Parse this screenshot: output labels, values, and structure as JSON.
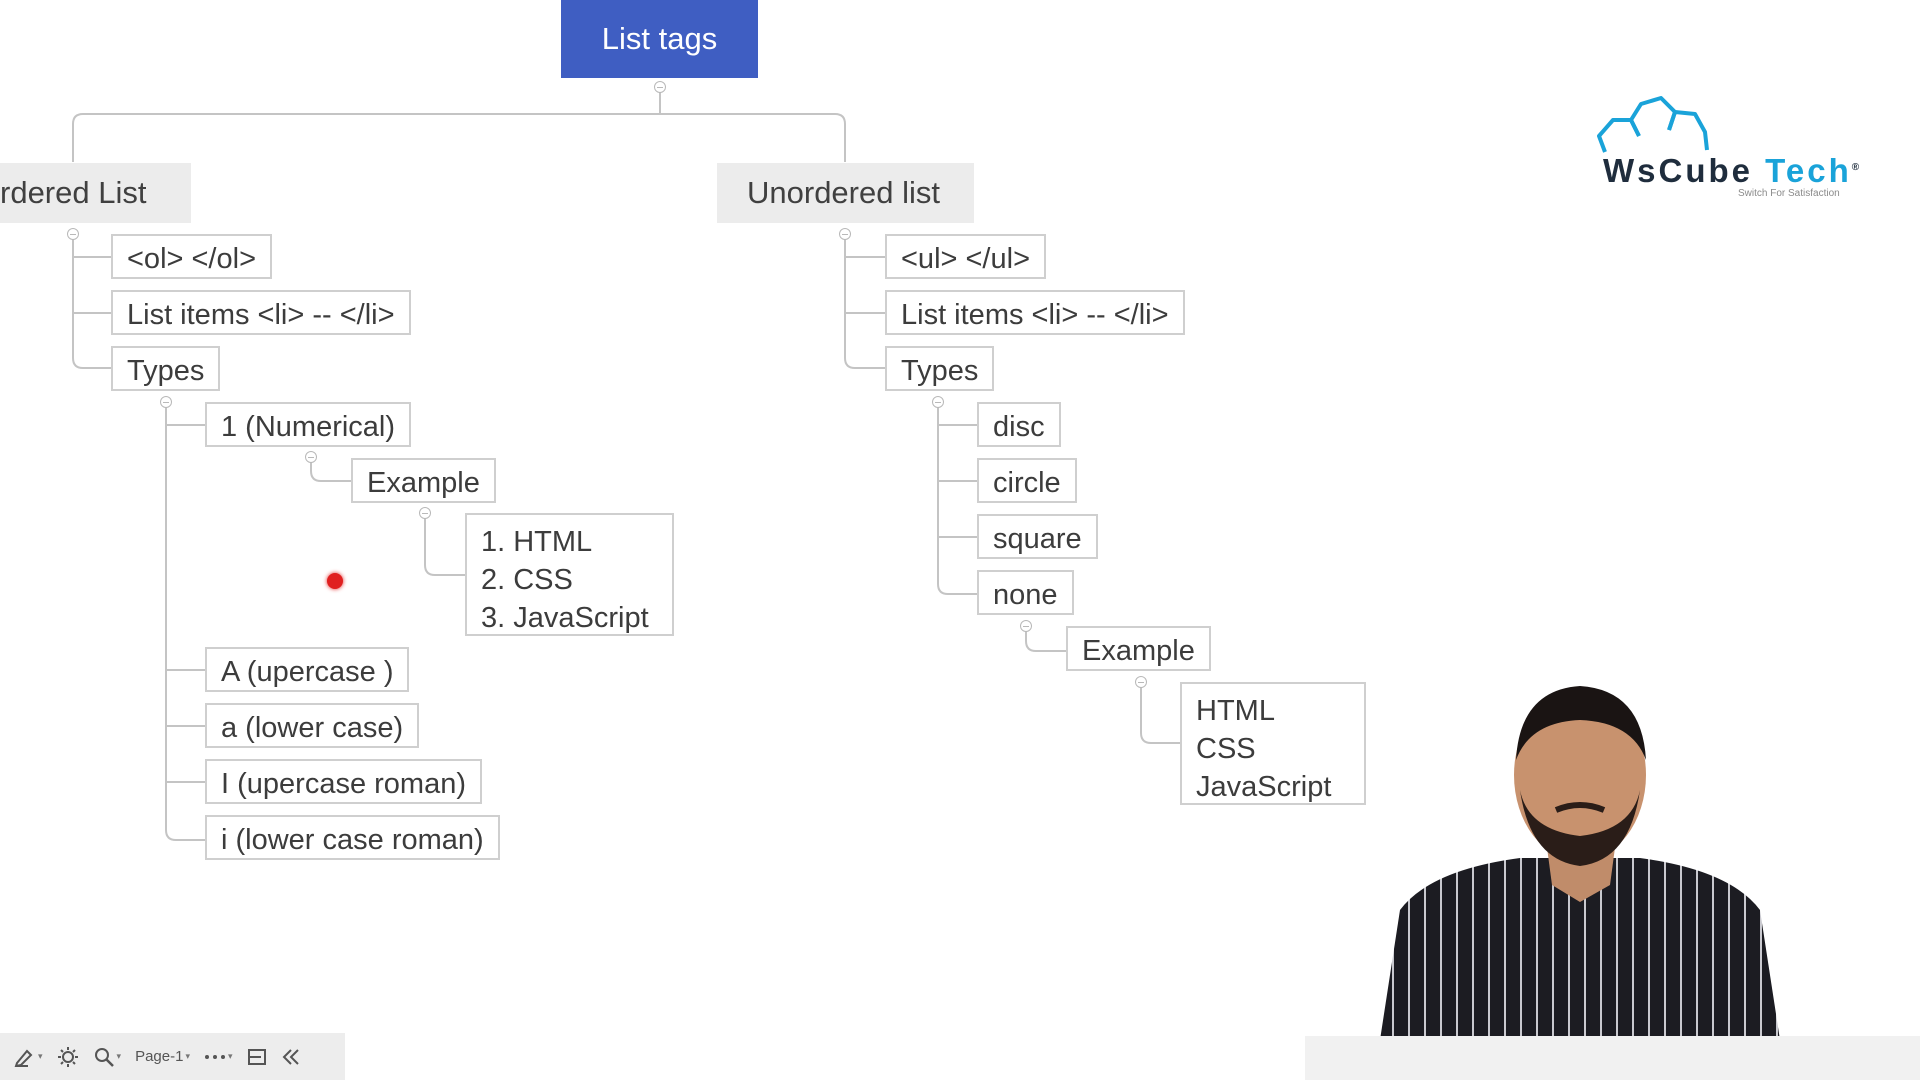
{
  "mindmap": {
    "root": "List tags",
    "ordered": {
      "title": "rdered List",
      "items": [
        "<ol>  </ol>",
        "List items <li> -- </li>",
        "Types"
      ],
      "types": [
        "1 (Numerical)",
        "A (upercase )",
        "a (lower case)",
        "I (upercase roman)",
        "i (lower case roman)"
      ],
      "example_label": "Example",
      "example_lines": [
        "1. HTML",
        "2. CSS",
        "3. JavaScript"
      ]
    },
    "unordered": {
      "title": "Unordered list",
      "items": [
        "<ul>  </ul>",
        "List items <li> -- </li>",
        "Types"
      ],
      "types": [
        "disc",
        "circle",
        "square",
        "none"
      ],
      "example_label": "Example",
      "example_lines": [
        "HTML",
        "CSS",
        "JavaScript"
      ]
    }
  },
  "logo": {
    "word1": "WsCube",
    "word2": "Tech",
    "tagline": "Switch For Satisfaction",
    "registered": "®"
  },
  "toolbar": {
    "page_label": "Page-1",
    "icons": [
      "pen-icon",
      "lightbulb-icon",
      "zoom-icon",
      "more-icon",
      "outline-icon",
      "collapse-panel-icon"
    ]
  },
  "colors": {
    "root_bg": "#3f5ec2",
    "branch_bg": "#ececec",
    "node_border": "#cfcfcf",
    "connector": "#c4c4c4",
    "logo_blue": "#1aa3d9",
    "pointer": "#e02020"
  }
}
